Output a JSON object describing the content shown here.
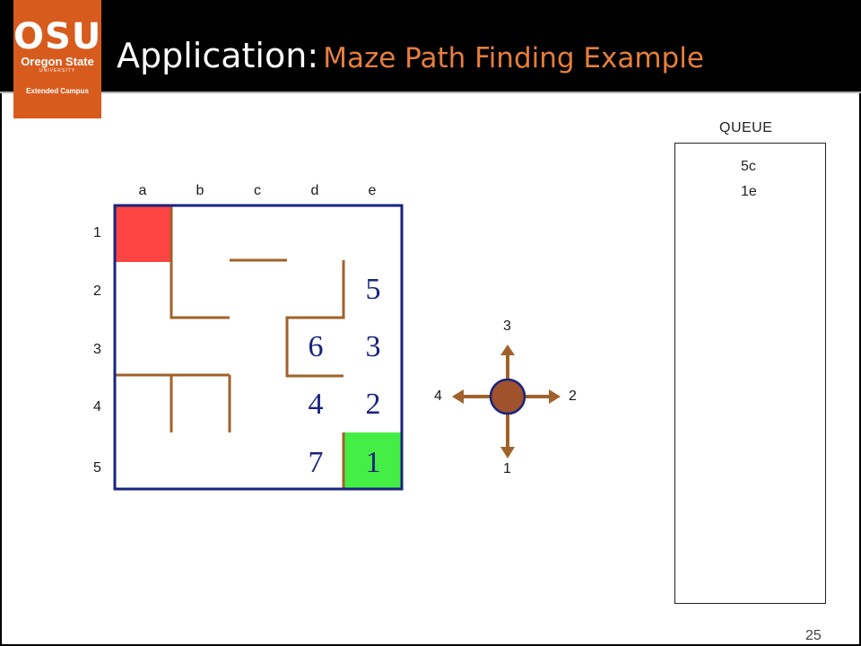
{
  "header": {
    "title_main": "Application:",
    "title_sub": "Maze Path Finding Example",
    "page_number": "25"
  },
  "logo": {
    "name": "OSU",
    "line1": "Oregon State",
    "line2": "UNIVERSITY",
    "line3": "Extended Campus",
    "color": "#d85b1e"
  },
  "maze": {
    "columns": [
      "a",
      "b",
      "c",
      "d",
      "e"
    ],
    "rows": [
      "1",
      "2",
      "3",
      "4",
      "5"
    ],
    "start_cell": "1a",
    "goal_cell": "5e",
    "start_color": "#ff4444",
    "goal_color": "#44ee44",
    "wall_color": "#a0622a",
    "border_color": "#1a237e",
    "number_color": "#1a237e",
    "labels": [
      {
        "cell": "2e",
        "text": "5"
      },
      {
        "cell": "3d",
        "text": "6"
      },
      {
        "cell": "3e",
        "text": "3"
      },
      {
        "cell": "4d",
        "text": "4"
      },
      {
        "cell": "4e",
        "text": "2"
      },
      {
        "cell": "5d",
        "text": "7"
      },
      {
        "cell": "5e",
        "text": "1"
      }
    ]
  },
  "directions": {
    "up": "3",
    "right": "2",
    "down": "1",
    "left": "4",
    "node_color": "#a0522d"
  },
  "queue": {
    "title": "QUEUE",
    "items": [
      "5c",
      "1e"
    ]
  }
}
